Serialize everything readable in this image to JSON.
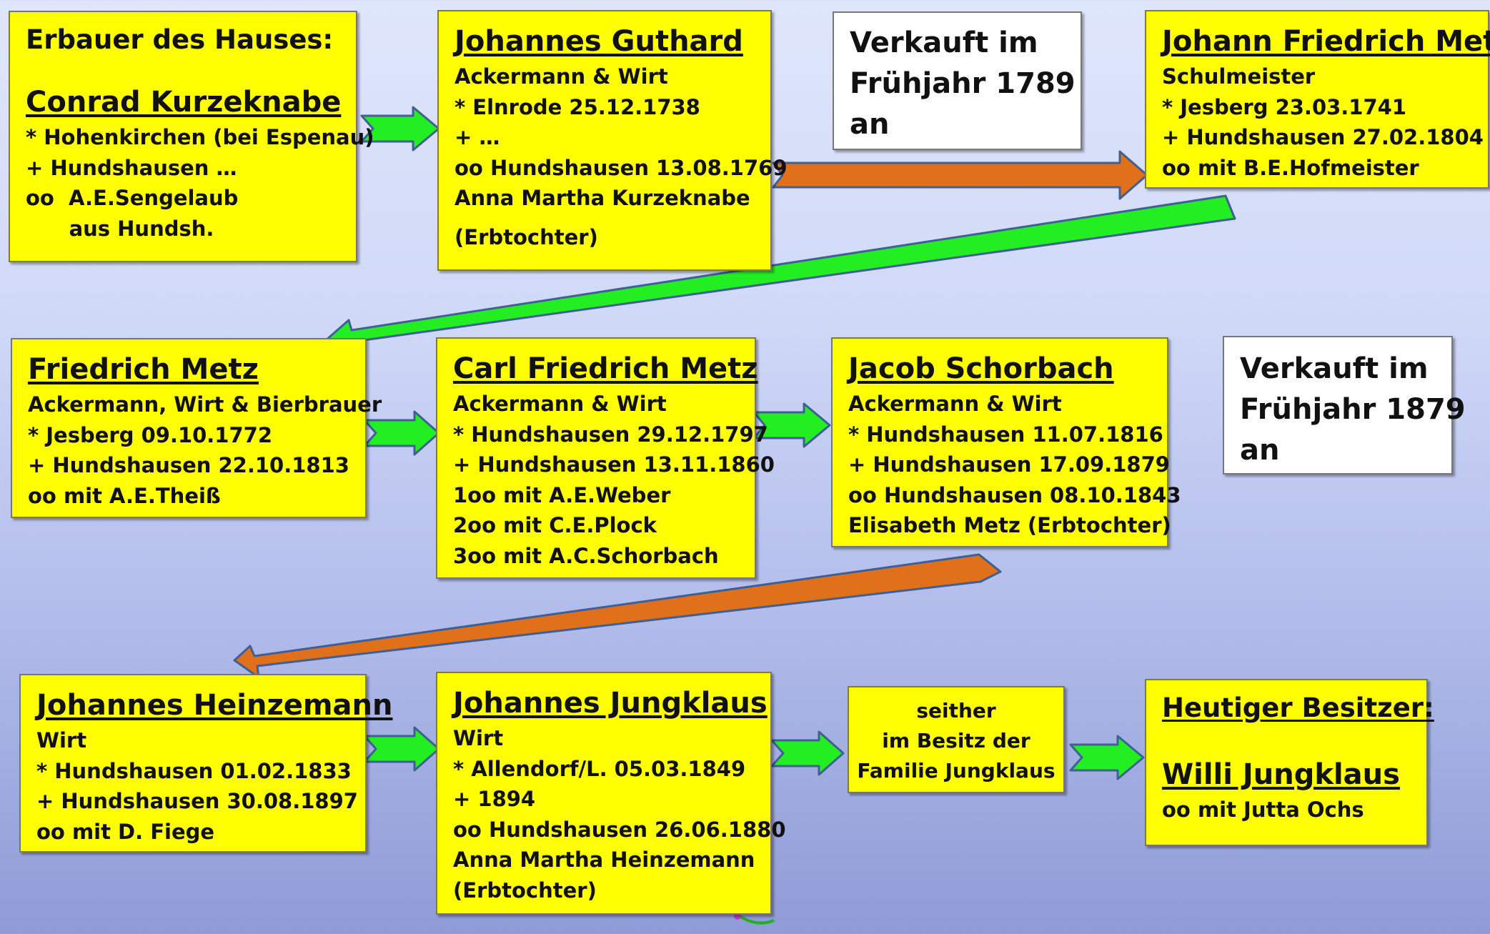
{
  "boxes": {
    "kurzeknabe": {
      "header": "Erbauer des Hauses:",
      "name": "Conrad Kurzeknabe",
      "lines": [
        "* Hohenkirchen (bei Espenau)",
        "+ Hundshausen …",
        "oo  A.E.Sengelaub",
        "      aus Hundsh."
      ]
    },
    "guthard": {
      "name": "Johannes Guthard",
      "lines": [
        "Ackermann & Wirt",
        "* Elnrode 25.12.1738",
        "+ …",
        "oo Hundshausen 13.08.1769",
        "Anna Martha Kurzeknabe",
        "(Erbtochter)"
      ]
    },
    "sale1789": {
      "lines": [
        "Verkauft im",
        "Frühjahr 1789",
        "an"
      ]
    },
    "jf_metz": {
      "name": "Johann Friedrich Metz",
      "lines": [
        "Schulmeister",
        "* Jesberg 23.03.1741",
        "+ Hundshausen 27.02.1804",
        "oo mit B.E.Hofmeister"
      ]
    },
    "f_metz": {
      "name": "Friedrich Metz",
      "lines": [
        "Ackermann, Wirt & Bierbrauer",
        "* Jesberg 09.10.1772",
        "+ Hundshausen 22.10.1813",
        "oo mit A.E.Theiß"
      ]
    },
    "cf_metz": {
      "name": "Carl Friedrich Metz",
      "lines": [
        "Ackermann & Wirt",
        "* Hundshausen 29.12.1797",
        "+ Hundshausen 13.11.1860",
        "1oo mit A.E.Weber",
        "2oo mit C.E.Plock",
        "3oo mit A.C.Schorbach"
      ]
    },
    "schorbach": {
      "name": "Jacob Schorbach",
      "lines": [
        "Ackermann & Wirt",
        "* Hundshausen 11.07.1816",
        "+ Hundshausen 17.09.1879",
        "oo Hundshausen 08.10.1843",
        "Elisabeth Metz (Erbtochter)"
      ]
    },
    "sale1879": {
      "lines": [
        "Verkauft im",
        "Frühjahr 1879",
        "an"
      ]
    },
    "heinzemann": {
      "name": "Johannes Heinzemann",
      "lines": [
        "Wirt",
        "* Hundshausen 01.02.1833",
        "+ Hundshausen 30.08.1897",
        "oo mit D. Fiege"
      ]
    },
    "jungklaus": {
      "name": "Johannes Jungklaus",
      "lines": [
        "Wirt",
        "* Allendorf/L. 05.03.1849",
        "+ 1894",
        "oo Hundshausen 26.06.1880",
        "Anna Martha Heinzemann",
        "(Erbtochter)"
      ]
    },
    "family": {
      "lines": [
        "seither",
        "im Besitz der",
        "Familie Jungklaus"
      ]
    },
    "current": {
      "header": "Heutiger Besitzer:",
      "name": "Willi Jungklaus",
      "lines": [
        "oo mit Jutta Ochs"
      ]
    }
  },
  "colors": {
    "inheritance_arrow": "#22ee22",
    "sale_arrow": "#e0701a",
    "box_fill": "#ffff00"
  }
}
